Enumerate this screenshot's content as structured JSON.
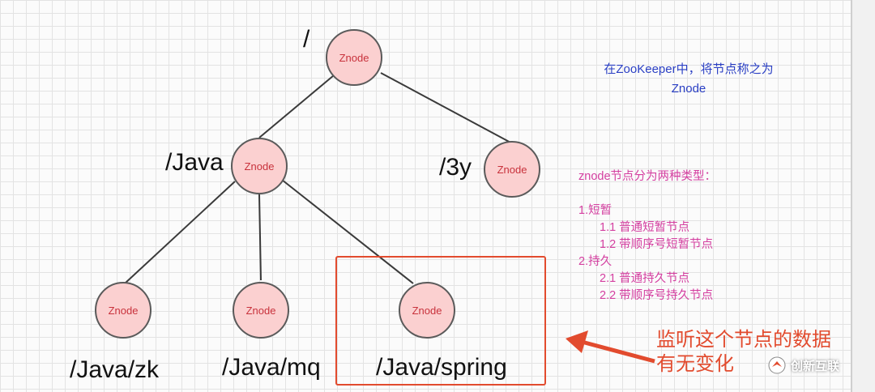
{
  "nodes": {
    "root": {
      "text": "Znode",
      "path": "/"
    },
    "java": {
      "text": "Znode",
      "path": "/Java"
    },
    "y3": {
      "text": "Znode",
      "path": "/3y"
    },
    "zk": {
      "text": "Znode",
      "path": "/Java/zk"
    },
    "mq": {
      "text": "Znode",
      "path": "/Java/mq"
    },
    "spring": {
      "text": "Znode",
      "path": "/Java/spring"
    }
  },
  "note_blue": {
    "line1": "在ZooKeeper中，将节点称之为",
    "line2": "Znode"
  },
  "types": {
    "title": "znode节点分为两种类型：",
    "t1": "1.短暂",
    "t1_1": "1.1 普通短暂节点",
    "t1_2": "1.2 带顺序号短暂节点",
    "t2": "2.持久",
    "t2_1": "2.1 普通持久节点",
    "t2_2": "2.2 带顺序号持久节点"
  },
  "annotation": {
    "line1": "监听这个节点的数据",
    "line2": "有无变化"
  },
  "watermark": {
    "text": "创新互联"
  },
  "colors": {
    "node_fill": "#fbd0d0",
    "node_text": "#c8323c",
    "highlight": "#e24b2e",
    "note_blue": "#2a3fc4",
    "types_text": "#d43fa0"
  }
}
